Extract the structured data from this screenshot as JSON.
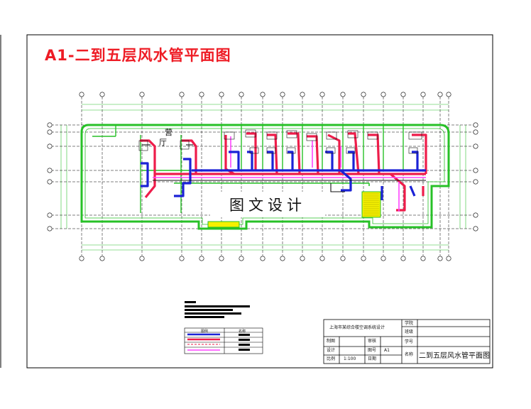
{
  "drawing": {
    "title": "A1-二到五层风水管平面图",
    "watermark": "图文设计",
    "room_label": "营",
    "room_label2": "厅"
  },
  "colors": {
    "frame": "#000000",
    "title": "#ee1c25",
    "wall": "#27c127",
    "axis": "#2fbf2f",
    "supply_pipe": "#ee1c4a",
    "return_pipe": "#1b22d6",
    "condensate": "#ff44ff",
    "stair": "#f6f000"
  },
  "title_block": {
    "project": "上海市某综合楼空调系统设计",
    "school_label": "学院",
    "major_label": "班级",
    "drawn_label": "制图",
    "check_label": "审核",
    "no_label": "学号",
    "design_label": "设计",
    "sheet_label": "图号",
    "sheet_value": "A1",
    "scale_label": "比例",
    "scale_value": "1:100",
    "date_label": "日期",
    "name_label": "名称",
    "drawing_name": "二到五层风水管平面图"
  },
  "legend": {
    "header_symbol": "图例",
    "header_name": "名称"
  }
}
